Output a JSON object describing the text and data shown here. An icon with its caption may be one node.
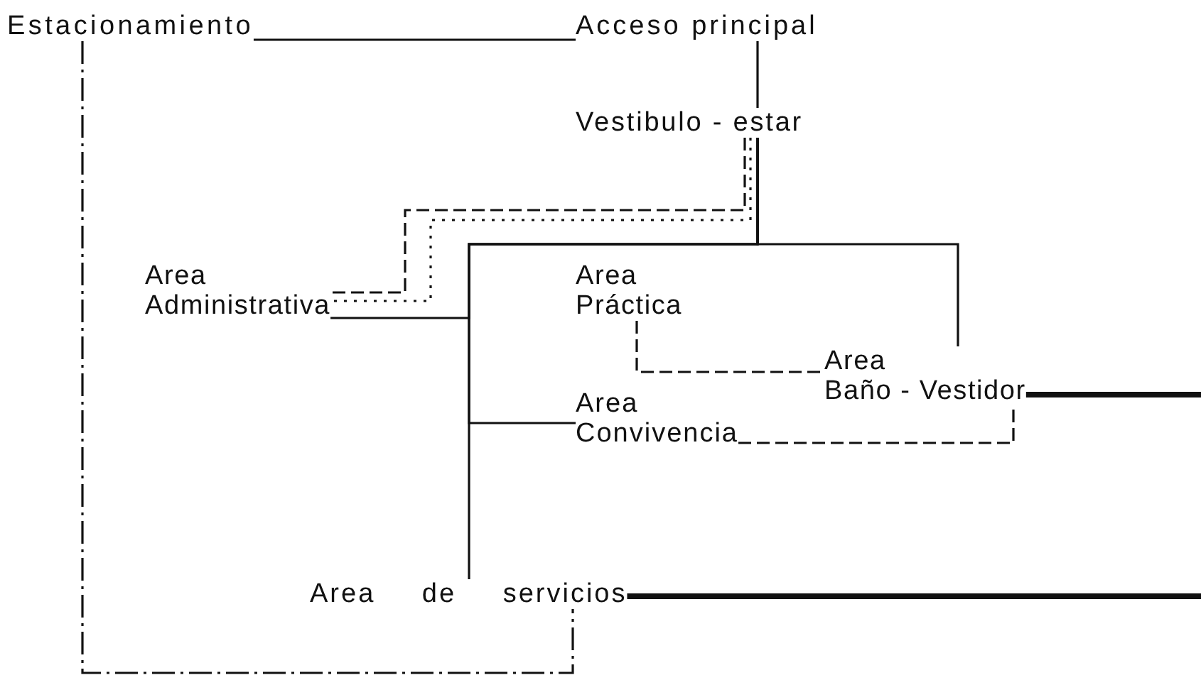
{
  "diagram": {
    "nodes": [
      {
        "text": [
          "Estacionamiento"
        ]
      },
      {
        "text": [
          "Acceso principal"
        ]
      },
      {
        "text": [
          "Vestibulo - estar"
        ]
      },
      {
        "text": [
          "Area",
          "Administrativa"
        ]
      },
      {
        "text": [
          "Area",
          "Práctica"
        ]
      },
      {
        "text": [
          "Area",
          "Baño - Vestidor"
        ]
      },
      {
        "text": [
          "Area",
          "Convivencia"
        ]
      },
      {
        "text": [
          "Area de servicios"
        ]
      }
    ],
    "edges": [
      {
        "from": 0,
        "to": 1,
        "arrow": "none"
      },
      {
        "from": 1,
        "to": 2,
        "arrow": "none"
      },
      {
        "from": 0,
        "to": 7,
        "arrow": "none",
        "style": "dashed"
      },
      {
        "from": 2,
        "to": 3,
        "arrow": "none",
        "style": "dashed"
      },
      {
        "from": 2,
        "to": 3,
        "arrow": "none",
        "style": "dashed"
      },
      {
        "from": 2,
        "to": 3,
        "arrow": "none"
      },
      {
        "from": 2,
        "to": 6,
        "arrow": "none"
      },
      {
        "from": 2,
        "to": 7,
        "arrow": "none"
      },
      {
        "from": 2,
        "to": 5,
        "arrow": "none"
      },
      {
        "from": 4,
        "to": 5,
        "arrow": "none",
        "style": "dashed"
      },
      {
        "from": 6,
        "to": 5,
        "arrow": "none",
        "style": "dashed"
      },
      {
        "from": 5,
        "to": null,
        "arrow": "none",
        "style": "thick"
      },
      {
        "from": 7,
        "to": null,
        "arrow": "none",
        "style": "thick"
      }
    ]
  }
}
